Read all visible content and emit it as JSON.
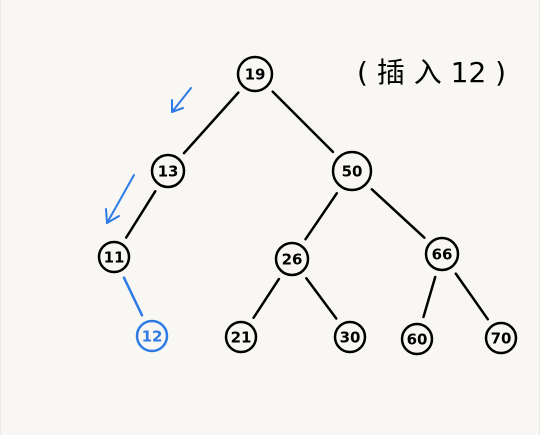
{
  "annotation": "( 插 入 12 )",
  "colors": {
    "ink": "#000000",
    "highlight": "#2f7be6",
    "paper": "#f8f7f3"
  },
  "nodes": [
    {
      "id": "n19",
      "label": "19",
      "highlight": false
    },
    {
      "id": "n13",
      "label": "13",
      "highlight": false
    },
    {
      "id": "n50",
      "label": "50",
      "highlight": false
    },
    {
      "id": "n11",
      "label": "11",
      "highlight": false
    },
    {
      "id": "n26",
      "label": "26",
      "highlight": false
    },
    {
      "id": "n66",
      "label": "66",
      "highlight": false
    },
    {
      "id": "n12",
      "label": "12",
      "highlight": true
    },
    {
      "id": "n21",
      "label": "21",
      "highlight": false
    },
    {
      "id": "n30",
      "label": "30",
      "highlight": false
    },
    {
      "id": "n60",
      "label": "60",
      "highlight": false
    },
    {
      "id": "n70",
      "label": "70",
      "highlight": false
    }
  ],
  "edges": [
    {
      "from": "n19",
      "to": "n13",
      "highlight": false
    },
    {
      "from": "n19",
      "to": "n50",
      "highlight": false
    },
    {
      "from": "n13",
      "to": "n11",
      "highlight": false
    },
    {
      "from": "n50",
      "to": "n26",
      "highlight": false
    },
    {
      "from": "n50",
      "to": "n66",
      "highlight": false
    },
    {
      "from": "n11",
      "to": "n12",
      "highlight": true
    },
    {
      "from": "n26",
      "to": "n21",
      "highlight": false
    },
    {
      "from": "n26",
      "to": "n30",
      "highlight": false
    },
    {
      "from": "n66",
      "to": "n60",
      "highlight": false
    },
    {
      "from": "n66",
      "to": "n70",
      "highlight": false
    }
  ],
  "arrows": [
    {
      "id": "arrow-1",
      "name": "blue-arrow-root-to-13"
    },
    {
      "id": "arrow-2",
      "name": "blue-arrow-13-to-11"
    }
  ]
}
